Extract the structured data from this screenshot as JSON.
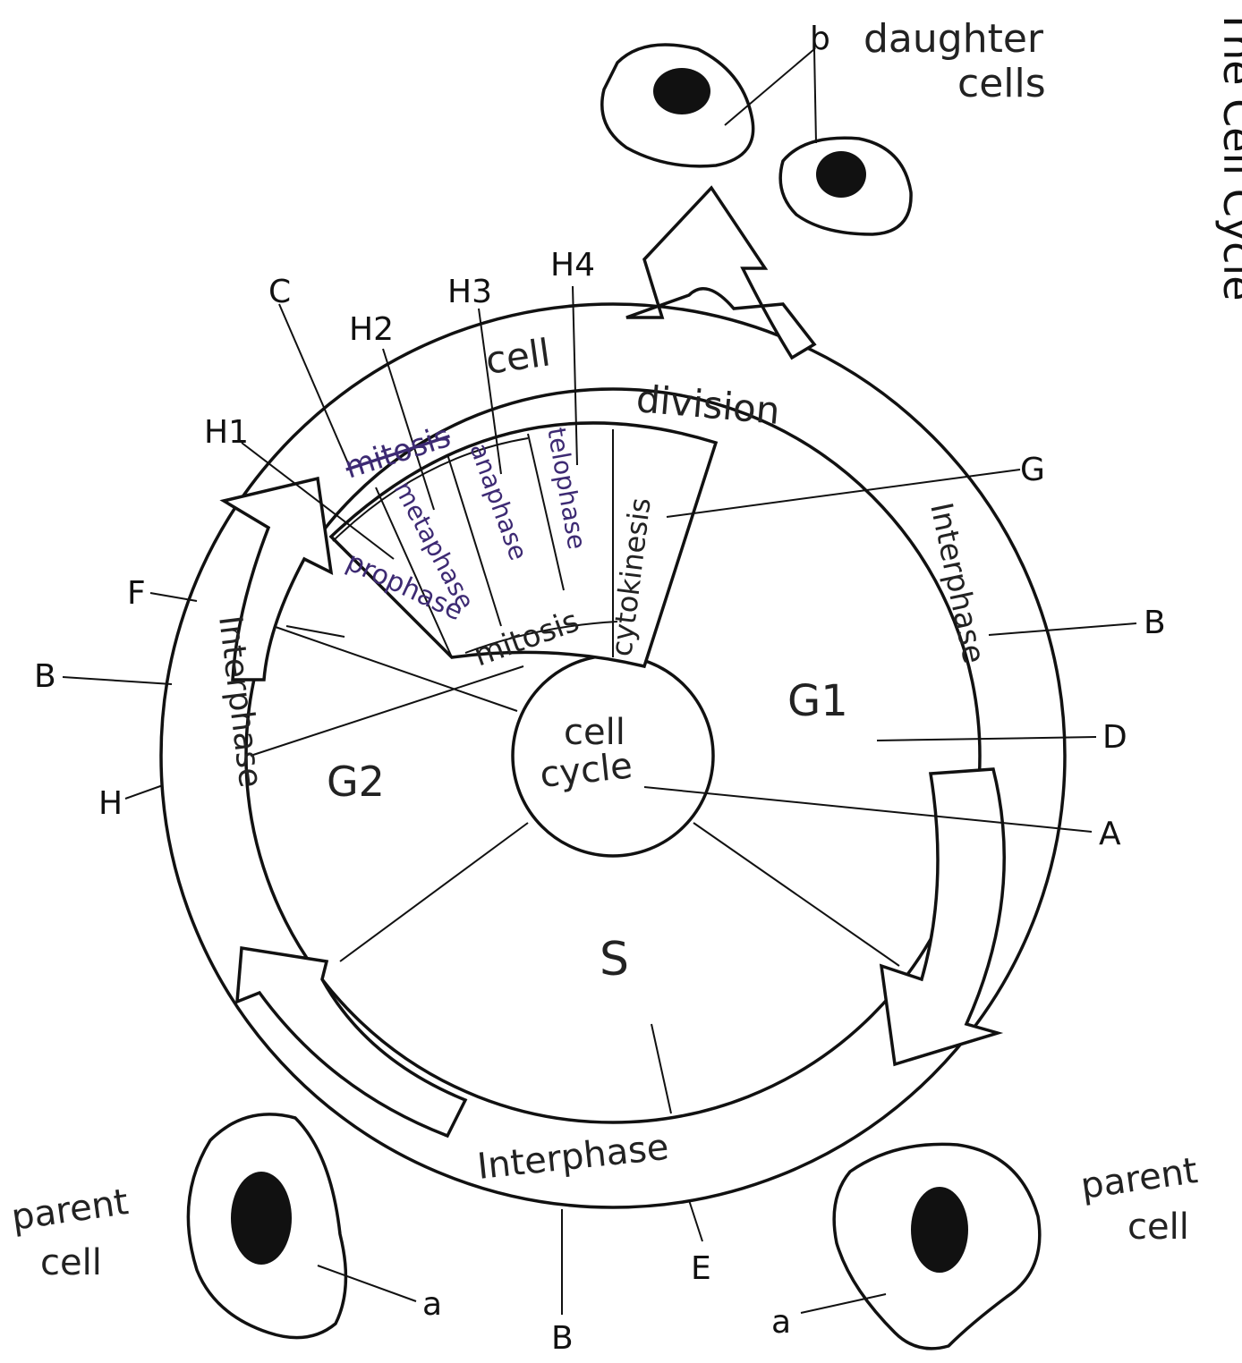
{
  "printed": {
    "title_vertical": "The Cell Cycle",
    "letters": {
      "A": "A",
      "B": "B",
      "C": "C",
      "D": "D",
      "E": "E",
      "F": "F",
      "G": "G",
      "H": "H",
      "H1": "H1",
      "H2": "H2",
      "H3": "H3",
      "H4": "H4",
      "a": "a",
      "b": "b"
    }
  },
  "handwritten": {
    "daughter_cells_1": "daughter",
    "daughter_cells_2": "cells",
    "parent_cell_left_1": "parent",
    "parent_cell_left_2": "cell",
    "parent_cell_right_1": "parent",
    "parent_cell_right_2": "cell",
    "cell_division_1": "cell",
    "cell_division_2": "division",
    "crossed_out": "mitosis",
    "prophase": "prophase",
    "metaphase": "metaphase",
    "anaphase": "anaphase",
    "telophase": "telophase",
    "cytokinesis": "cytokinesis",
    "mitosis": "mitosis",
    "cell_cycle_1": "cell",
    "cell_cycle_2": "cycle",
    "g1": "G1",
    "g2": "G2",
    "s": "S",
    "interphase_left": "Interphase",
    "interphase_right": "Interphase",
    "interphase_bottom": "Interphase"
  }
}
